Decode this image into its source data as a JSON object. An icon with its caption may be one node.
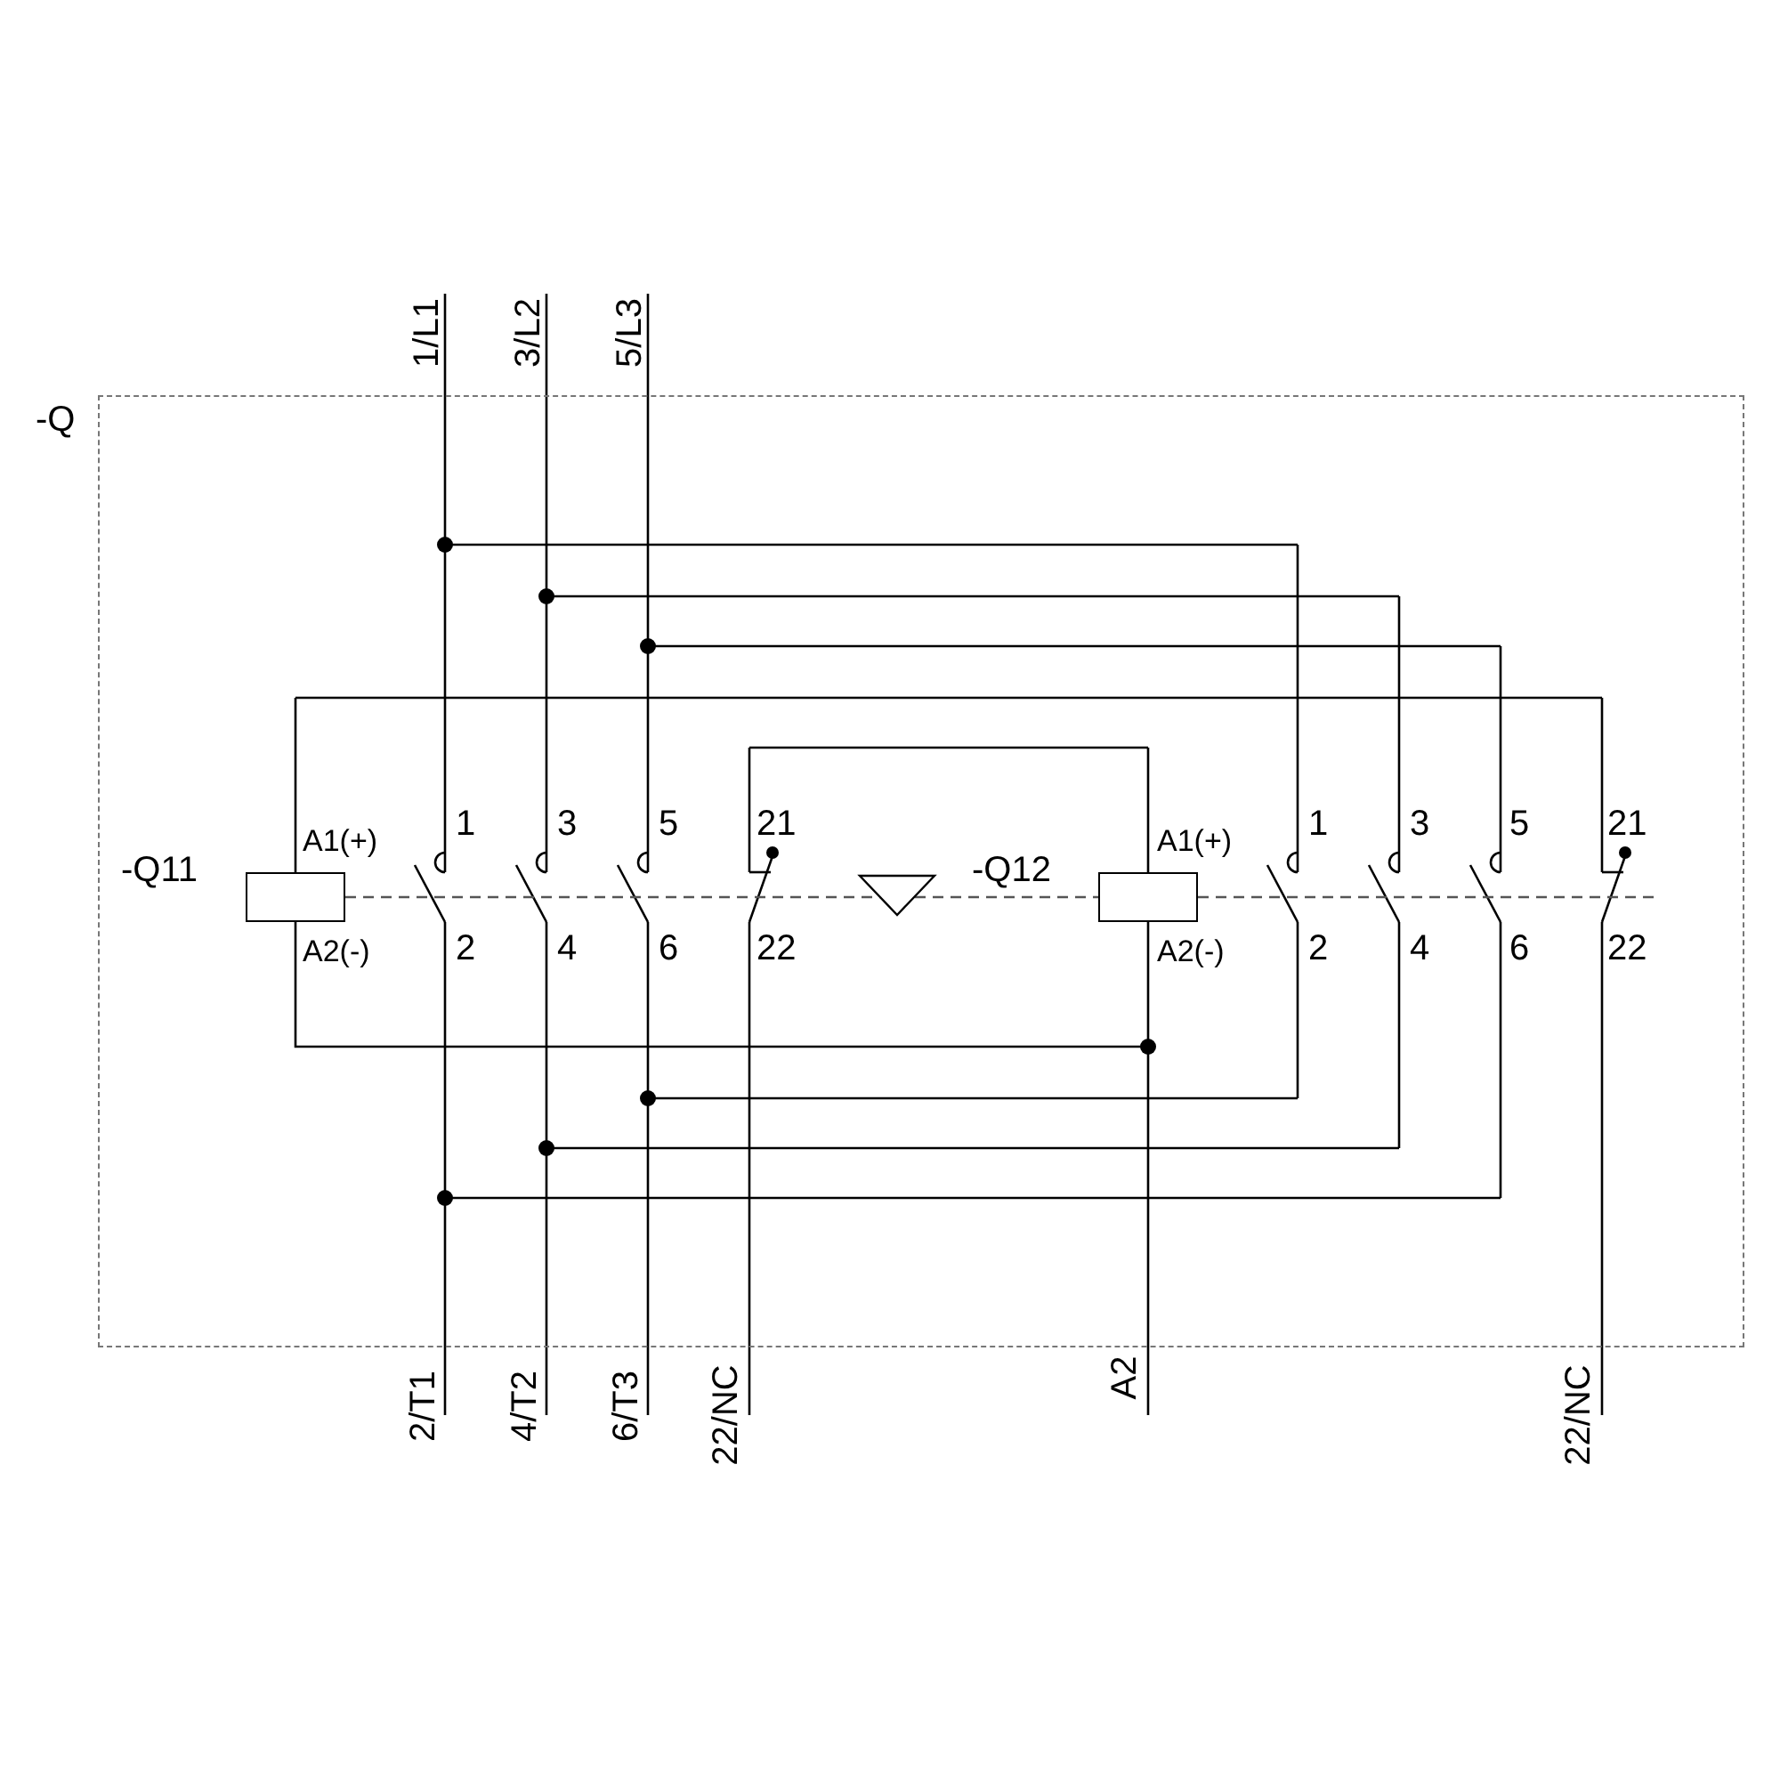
{
  "diagram": {
    "nodes": [
      {
        "text": [
          "-Q"
        ]
      },
      {
        "text": [
          "-Q11"
        ],
        "in": 0
      },
      {
        "text": [
          "-Q12"
        ],
        "in": 0
      }
    ],
    "edges": [
      {
        "from": 1,
        "to": 2,
        "arrow": "none"
      },
      {
        "from": 1,
        "to": 2,
        "arrow": "none",
        "style": "dashed"
      }
    ],
    "labels": [
      "1/L1",
      "3/L2",
      "5/L3",
      "A1(+)",
      "1",
      "3",
      "5",
      "21",
      "A1(+)",
      "1",
      "3",
      "5",
      "21",
      "A2(-)",
      "2",
      "4",
      "6",
      "22",
      "A2(-)",
      "2",
      "4",
      "6",
      "22",
      "2/T1",
      "4/T2",
      "6/T3",
      "22/NC",
      "A2",
      "22/NC"
    ]
  }
}
